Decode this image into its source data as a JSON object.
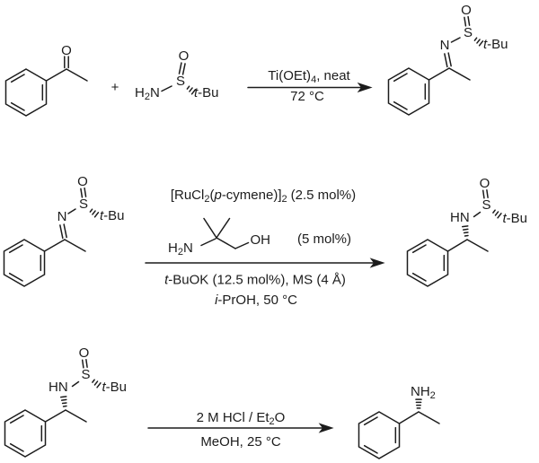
{
  "ink_color": "#1c1c1c",
  "background_color": "#ffffff",
  "step1": {
    "ketone": {
      "carbonyl_o": "O"
    },
    "plus": "+",
    "sulfinamide": {
      "h": "H",
      "h_sub": "2",
      "n": "N",
      "s": "S",
      "o": "O",
      "tbu_t": "t",
      "tbu_rest": "-Bu"
    },
    "conditions_above": {
      "part1": "Ti(OEt)",
      "sub": "4",
      "part2": ", neat"
    },
    "conditions_below": "72 °C",
    "imine_product": {
      "n": "N",
      "s": "S",
      "o": "O",
      "tbu_t": "t",
      "tbu_rest": "-Bu"
    }
  },
  "step2": {
    "imine_reactant": {
      "n": "N",
      "s": "S",
      "o": "O",
      "tbu_t": "t",
      "tbu_rest": "-Bu"
    },
    "catalyst_line": {
      "part1": "[RuCl",
      "sub1": "2",
      "part2": "(",
      "p_italic": "p",
      "part3": "-cymene)]",
      "sub2": "2",
      "part4": "(2.5 mol%)"
    },
    "amino_alcohol": {
      "h": "H",
      "h_sub": "2",
      "n": "N",
      "oh": "OH"
    },
    "ligand_loading": "(5 mol%)",
    "base_line": {
      "t_italic": "t",
      "rest": "-BuOK (12.5 mol%), MS (4 Å)"
    },
    "solvent_line": {
      "i_italic": "i",
      "rest": "-PrOH, 50 °C"
    },
    "sulfinamide_product": {
      "hn": "HN",
      "s": "S",
      "o": "O",
      "tbu_t": "t",
      "tbu_rest": "-Bu"
    }
  },
  "step3": {
    "sulfinamide_reactant": {
      "hn": "HN",
      "s": "S",
      "o": "O",
      "tbu_t": "t",
      "tbu_rest": "-Bu"
    },
    "conditions_above": {
      "part1": "2 M HCl / Et",
      "sub": "2",
      "part2": "O"
    },
    "conditions_below": "MeOH, 25 °C",
    "amine_product": {
      "nh": "NH",
      "sub": "2"
    }
  }
}
